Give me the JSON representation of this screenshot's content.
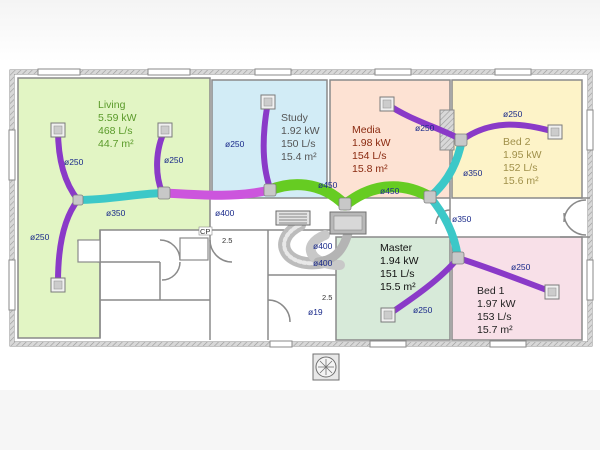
{
  "rooms": {
    "living": {
      "name": "Living",
      "power": "5.59 kW",
      "flow": "468 L/s",
      "area": "44.7 m²",
      "fill": "#e2f5c4",
      "text_color": "#5a9a2a"
    },
    "study": {
      "name": "Study",
      "power": "1.92 kW",
      "flow": "150 L/s",
      "area": "15.4 m²",
      "fill": "#d2ecf6",
      "text_color": "#555555"
    },
    "media": {
      "name": "Media",
      "power": "1.98 kW",
      "flow": "154 L/s",
      "area": "15.8 m²",
      "fill": "#fde2d3",
      "text_color": "#8a2a10"
    },
    "bed2": {
      "name": "Bed 2",
      "power": "1.95 kW",
      "flow": "152 L/s",
      "area": "15.6 m²",
      "fill": "#fdf3c8",
      "text_color": "#a0904a"
    },
    "master": {
      "name": "Master",
      "power": "1.94 kW",
      "flow": "151 L/s",
      "area": "15.5 m²",
      "fill": "#d7ead9",
      "text_color": "#111111"
    },
    "bed1": {
      "name": "Bed 1",
      "power": "1.97 kW",
      "flow": "153 L/s",
      "area": "15.7 m²",
      "fill": "#f8e0e8",
      "text_color": "#222222"
    }
  },
  "duct_labels": {
    "living_left": "ø250",
    "living_right": "ø250",
    "living_lower": "ø250",
    "trunk_living": "ø350",
    "trunk_center": "ø400",
    "study": "ø250",
    "trunk_450_left": "ø450",
    "trunk_450_right": "ø450",
    "media": "ø250",
    "bed2_upper": "ø250",
    "bed2_left": "ø350",
    "east_trunk": "ø350",
    "bed1": "ø250",
    "master": "ø250",
    "plenum_a": "ø400",
    "plenum_b": "ø400",
    "return_small": "ø19"
  },
  "misc_labels": {
    "cp": "CP",
    "dim_a": "2.5",
    "dim_b": "2.5"
  },
  "colors": {
    "duct_250": "#8a3ac8",
    "duct_350": "#3cc8c8",
    "duct_400": "#cc55dd",
    "duct_450": "#66cc22",
    "label_blue": "#1a2a8a",
    "wall": "#888888"
  },
  "icons": [
    "diffuser-icon",
    "unit-icon",
    "return-grille-icon",
    "outdoor-unit-icon"
  ]
}
